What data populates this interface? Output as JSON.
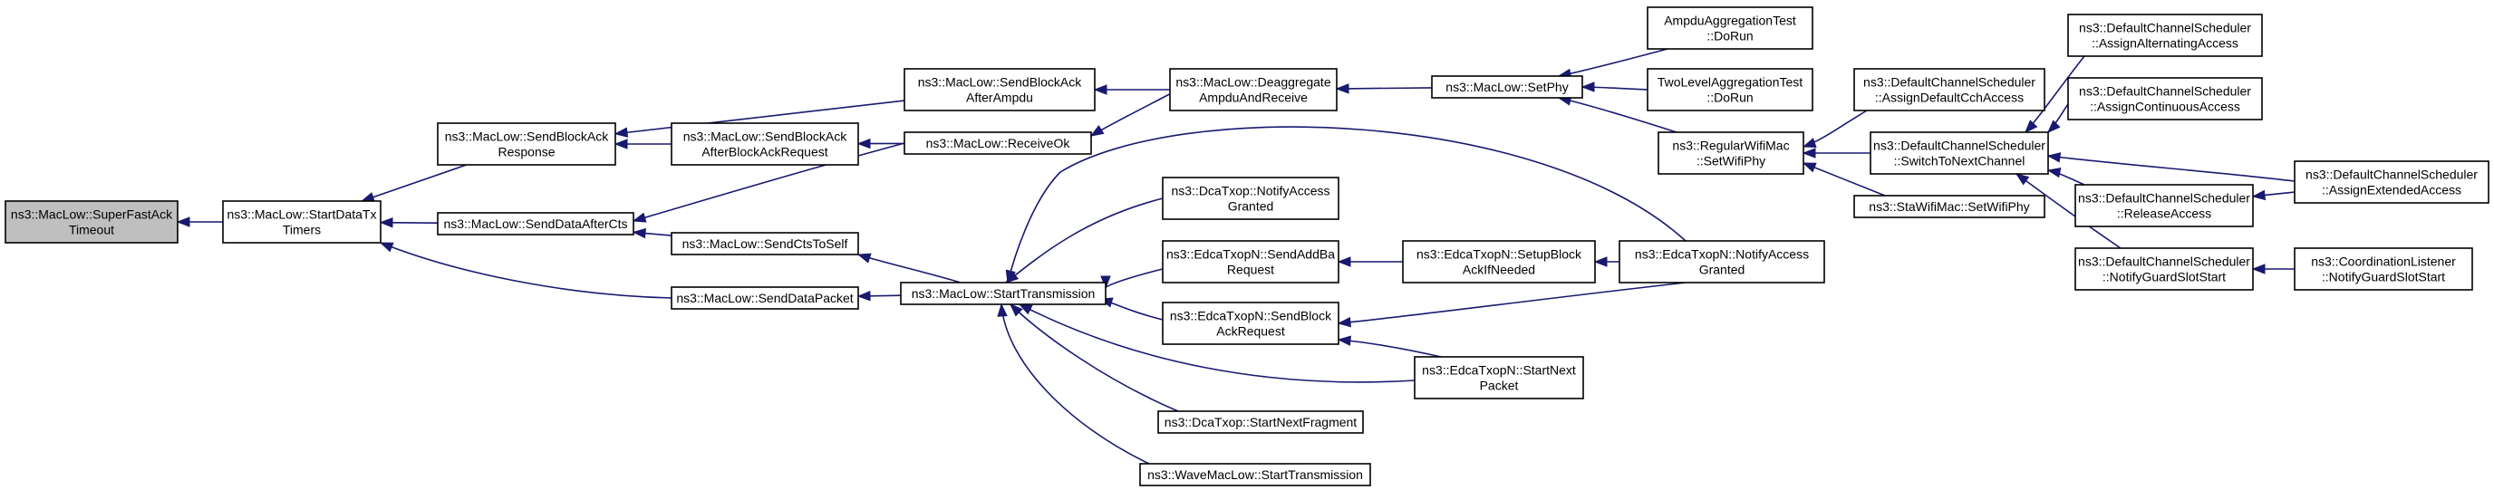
{
  "colors": {
    "edge": "#191970",
    "root_fill": "#bfbfbf",
    "node_fill": "#ffffff",
    "border": "#000000"
  },
  "nodes": [
    {
      "id": "superfast",
      "label": [
        "ns3::MacLow::SuperFastAck",
        "Timeout"
      ],
      "root": true
    },
    {
      "id": "startdatatx",
      "label": [
        "ns3::MacLow::StartDataTx",
        "Timers"
      ]
    },
    {
      "id": "sendblockackresp",
      "label": [
        "ns3::MacLow::SendBlockAck",
        "Response"
      ]
    },
    {
      "id": "senddataaftercts",
      "label": [
        "ns3::MacLow::SendDataAfterCts"
      ]
    },
    {
      "id": "senddatapacket",
      "label": [
        "ns3::MacLow::SendDataPacket"
      ]
    },
    {
      "id": "sendblockackafterampdu",
      "label": [
        "ns3::MacLow::SendBlockAck",
        "AfterAmpdu"
      ]
    },
    {
      "id": "sendblockackafterreq",
      "label": [
        "ns3::MacLow::SendBlockAck",
        "AfterBlockAckRequest"
      ]
    },
    {
      "id": "sendctstoself",
      "label": [
        "ns3::MacLow::SendCtsToSelf"
      ]
    },
    {
      "id": "starttransmission",
      "label": [
        "ns3::MacLow::StartTransmission"
      ]
    },
    {
      "id": "receiveok",
      "label": [
        "ns3::MacLow::ReceiveOk"
      ]
    },
    {
      "id": "deaggregate",
      "label": [
        "ns3::MacLow::Deaggregate",
        "AmpduAndReceive"
      ]
    },
    {
      "id": "dcanotify",
      "label": [
        "ns3::DcaTxop::NotifyAccess",
        "Granted"
      ]
    },
    {
      "id": "edcasendaddba",
      "label": [
        "ns3::EdcaTxopN::SendAddBa",
        "Request"
      ]
    },
    {
      "id": "edcasendblockack",
      "label": [
        "ns3::EdcaTxopN::SendBlock",
        "AckRequest"
      ]
    },
    {
      "id": "dcastartnextfrag",
      "label": [
        "ns3::DcaTxop::StartNextFragment"
      ]
    },
    {
      "id": "wavestarttx",
      "label": [
        "ns3::WaveMacLow::StartTransmission"
      ]
    },
    {
      "id": "setphy",
      "label": [
        "ns3::MacLow::SetPhy"
      ]
    },
    {
      "id": "edcasetupblock",
      "label": [
        "ns3::EdcaTxopN::SetupBlock",
        "AckIfNeeded"
      ]
    },
    {
      "id": "edcastartnext",
      "label": [
        "ns3::EdcaTxopN::StartNext",
        "Packet"
      ]
    },
    {
      "id": "ampdutest",
      "label": [
        "AmpduAggregationTest",
        "::DoRun"
      ]
    },
    {
      "id": "twoleveltest",
      "label": [
        "TwoLevelAggregationTest",
        "::DoRun"
      ]
    },
    {
      "id": "regularwifimac",
      "label": [
        "ns3::RegularWifiMac",
        "::SetWifiPhy"
      ]
    },
    {
      "id": "edcanotify",
      "label": [
        "ns3::EdcaTxopN::NotifyAccess",
        "Granted"
      ]
    },
    {
      "id": "assigndefault",
      "label": [
        "ns3::DefaultChannelScheduler",
        "::AssignDefaultCchAccess"
      ]
    },
    {
      "id": "switchtonext",
      "label": [
        "ns3::DefaultChannelScheduler",
        "::SwitchToNextChannel"
      ]
    },
    {
      "id": "stawifimac",
      "label": [
        "ns3::StaWifiMac::SetWifiPhy"
      ]
    },
    {
      "id": "assignalternating",
      "label": [
        "ns3::DefaultChannelScheduler",
        "::AssignAlternatingAccess"
      ]
    },
    {
      "id": "assigncontinuous",
      "label": [
        "ns3::DefaultChannelScheduler",
        "::AssignContinuousAccess"
      ]
    },
    {
      "id": "releaseaccess",
      "label": [
        "ns3::DefaultChannelScheduler",
        "::ReleaseAccess"
      ]
    },
    {
      "id": "notifyguard",
      "label": [
        "ns3::DefaultChannelScheduler",
        "::NotifyGuardSlotStart"
      ]
    },
    {
      "id": "assignextended",
      "label": [
        "ns3::DefaultChannelScheduler",
        "::AssignExtendedAccess"
      ]
    },
    {
      "id": "coordlistener",
      "label": [
        "ns3::CoordinationListener",
        "::NotifyGuardSlotStart"
      ]
    }
  ],
  "edges": [
    {
      "from": "startdatatx",
      "to": "superfast"
    },
    {
      "from": "sendblockackresp",
      "to": "startdatatx"
    },
    {
      "from": "senddataaftercts",
      "to": "startdatatx"
    },
    {
      "from": "senddatapacket",
      "to": "startdatatx"
    },
    {
      "from": "sendblockackafterampdu",
      "to": "sendblockackresp"
    },
    {
      "from": "sendblockackafterreq",
      "to": "sendblockackresp"
    },
    {
      "from": "receiveok",
      "to": "senddataaftercts"
    },
    {
      "from": "sendctstoself",
      "to": "senddataaftercts"
    },
    {
      "from": "starttransmission",
      "to": "senddatapacket"
    },
    {
      "from": "starttransmission",
      "to": "sendctstoself"
    },
    {
      "from": "deaggregate",
      "to": "sendblockackafterampdu"
    },
    {
      "from": "receiveok",
      "to": "sendblockackafterreq"
    },
    {
      "from": "deaggregate",
      "to": "receiveok"
    },
    {
      "from": "setphy",
      "to": "deaggregate"
    },
    {
      "from": "ampdutest",
      "to": "setphy"
    },
    {
      "from": "twoleveltest",
      "to": "setphy"
    },
    {
      "from": "regularwifimac",
      "to": "setphy"
    },
    {
      "from": "dcanotify",
      "to": "starttransmission"
    },
    {
      "from": "edcasendaddba",
      "to": "starttransmission"
    },
    {
      "from": "edcasendblockack",
      "to": "starttransmission"
    },
    {
      "from": "dcastartnextfrag",
      "to": "starttransmission"
    },
    {
      "from": "wavestarttx",
      "to": "starttransmission"
    },
    {
      "from": "edcanotify",
      "to": "starttransmission"
    },
    {
      "from": "edcastartnext",
      "to": "starttransmission"
    },
    {
      "from": "edcasetupblock",
      "to": "edcasendaddba"
    },
    {
      "from": "edcanotify",
      "to": "edcasetupblock"
    },
    {
      "from": "edcanotify",
      "to": "edcasendblockack"
    },
    {
      "from": "edcastartnext",
      "to": "edcasendblockack"
    },
    {
      "from": "assigndefault",
      "to": "regularwifimac"
    },
    {
      "from": "switchtonext",
      "to": "regularwifimac"
    },
    {
      "from": "stawifimac",
      "to": "regularwifimac"
    },
    {
      "from": "assignalternating",
      "to": "switchtonext"
    },
    {
      "from": "assigncontinuous",
      "to": "switchtonext"
    },
    {
      "from": "assignextended",
      "to": "switchtonext"
    },
    {
      "from": "releaseaccess",
      "to": "switchtonext"
    },
    {
      "from": "notifyguard",
      "to": "switchtonext"
    },
    {
      "from": "assignextended",
      "to": "releaseaccess"
    },
    {
      "from": "coordlistener",
      "to": "notifyguard"
    }
  ]
}
